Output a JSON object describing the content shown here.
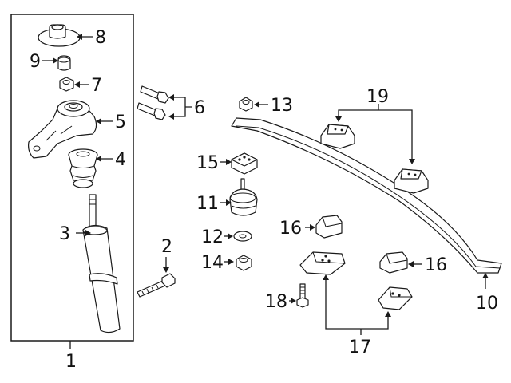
{
  "diagram": {
    "callouts": {
      "c1": "1",
      "c2": "2",
      "c3": "3",
      "c4": "4",
      "c5": "5",
      "c6": "6",
      "c7": "7",
      "c8": "8",
      "c9": "9",
      "c10": "10",
      "c11": "11",
      "c12": "12",
      "c13": "13",
      "c14": "14",
      "c15": "15",
      "c16a": "16",
      "c16b": "16",
      "c17": "17",
      "c18": "18",
      "c19": "19"
    }
  }
}
